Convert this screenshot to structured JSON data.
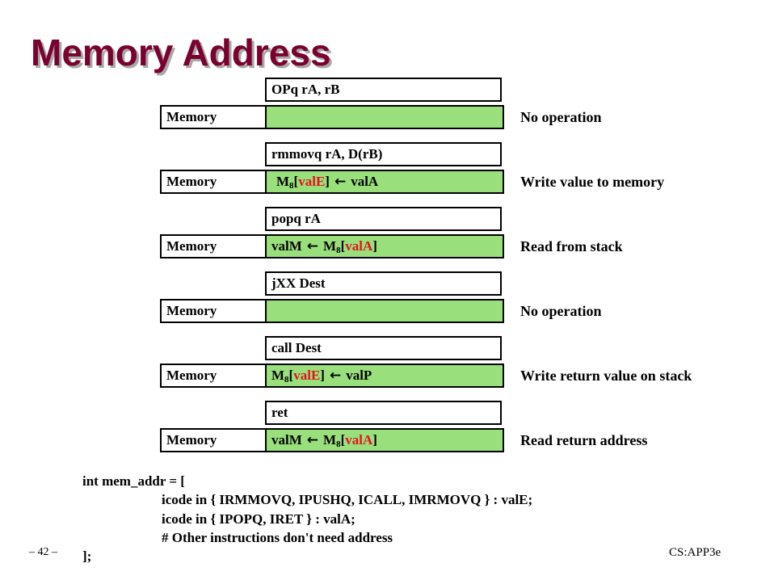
{
  "title": "Memory Address",
  "stage_label": "Memory",
  "arrow": "←",
  "blocks": [
    {
      "instr": "OPq rA, rB",
      "lhs": "",
      "sub": "",
      "paren": "",
      "desc": "No operation"
    },
    {
      "instr": "rmmovq rA, D(rB)",
      "lhs": "M",
      "sub": "8",
      "paren": "valE",
      "rhs": "valA",
      "desc": "Write value to memory"
    },
    {
      "instr": "popq rA",
      "lhs": "valM",
      "sub": "8",
      "paren": "valA",
      "desc": "Read from stack"
    },
    {
      "instr": "jXX Dest",
      "lhs": "",
      "desc": "No operation"
    },
    {
      "instr": "call Dest",
      "lhs": "M",
      "sub": "8",
      "paren": "valE",
      "rhs": "valP",
      "desc": "Write return value on stack"
    },
    {
      "instr": "ret",
      "lhs": "valM",
      "sub": "8",
      "paren": "valA",
      "desc": "Read return address"
    }
  ],
  "code": {
    "line1": "int mem_addr = [",
    "line2": "icode in { IRMMOVQ, IPUSHQ, ICALL, IMRMOVQ } : valE;",
    "line3": "icode in { IPOPQ, IRET } : valA;",
    "line4": "# Other instructions don't need address",
    "line5": "];"
  },
  "footer": {
    "page": "– 42 –",
    "course": "CS:APP3e"
  }
}
